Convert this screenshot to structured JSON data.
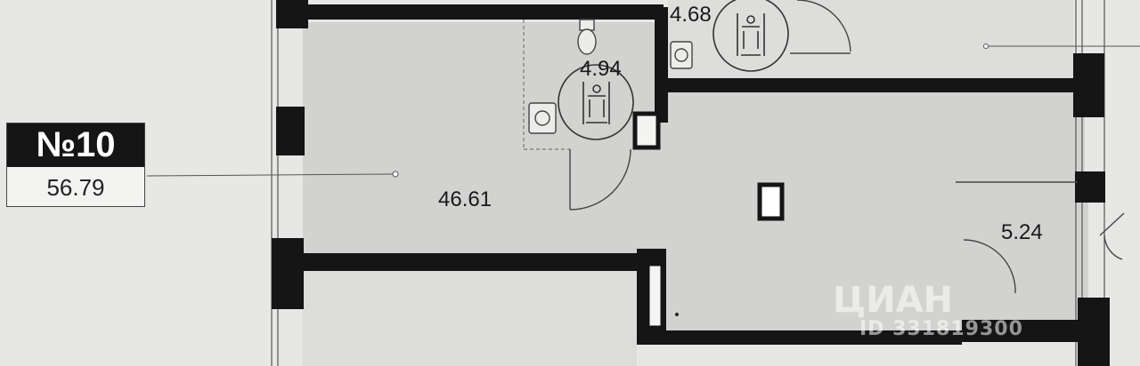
{
  "unit": {
    "number": "№10",
    "total_area": "56.79"
  },
  "rooms": {
    "main_room_area": "46.61",
    "bathroom_area": "4.94",
    "neighbor_bathroom_area": "4.68",
    "hall_area": "5.24"
  },
  "watermark": {
    "logo": "ЦИАН",
    "id": "ID 331819300"
  },
  "colors": {
    "background": "#e7e7e5",
    "room_fill": "#d2d2d0",
    "wall": "#151515",
    "line": "#333333"
  }
}
